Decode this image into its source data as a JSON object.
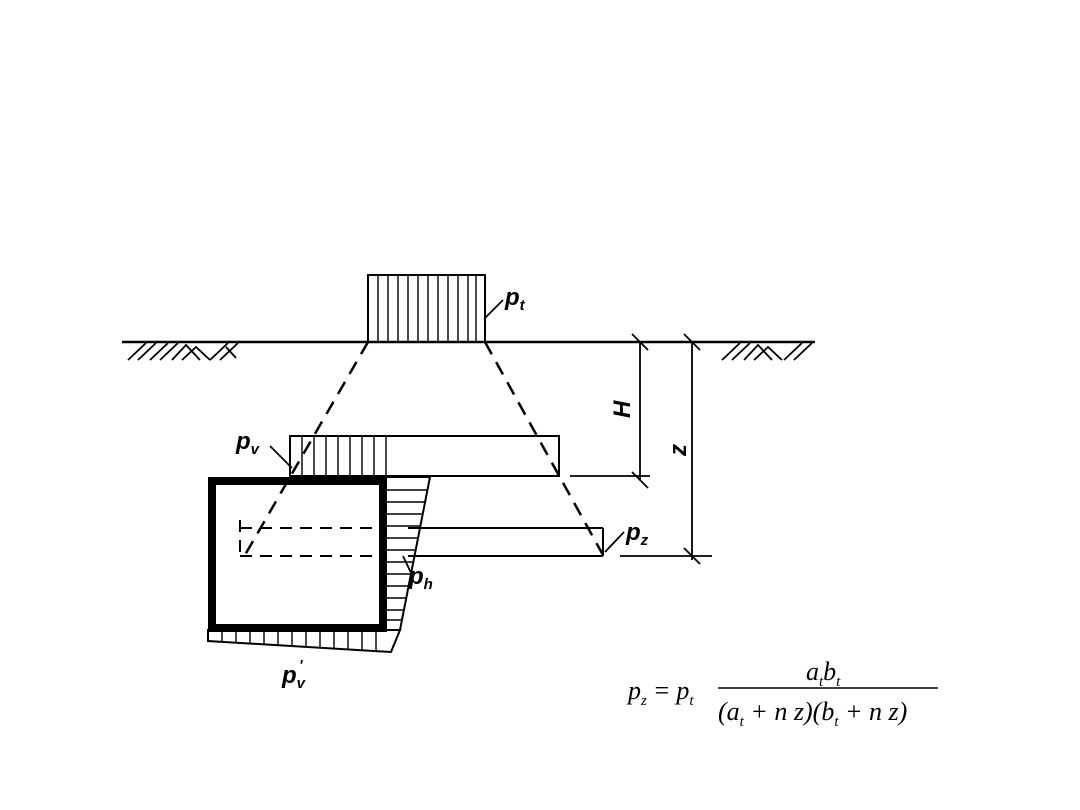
{
  "labels": {
    "pt": {
      "base": "p",
      "sub": "t"
    },
    "pv": {
      "base": "p",
      "sub": "v"
    },
    "pz": {
      "base": "p",
      "sub": "z"
    },
    "ph": {
      "base": "p",
      "sub": "h"
    },
    "pv_prime": {
      "base": "p",
      "sub": "v",
      "prime": "'"
    },
    "depth_h": "H",
    "depth_z": "z"
  },
  "formula": {
    "lhs": "p",
    "lhs_sub": "z",
    "equals": "=",
    "coef": "p",
    "coef_sub": "t",
    "numerator": [
      "a",
      "t",
      "b",
      "t"
    ],
    "denominator": [
      "(a",
      "t",
      " + n z)(b",
      "t",
      " + n z)"
    ]
  }
}
